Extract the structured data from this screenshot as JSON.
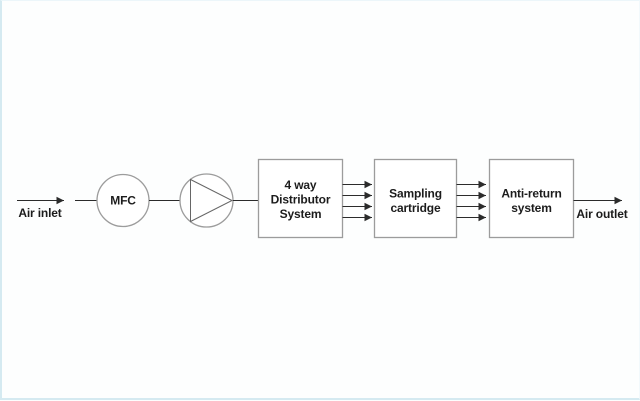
{
  "page": {
    "background": "#fdfefe"
  },
  "diagram": {
    "inlet": {
      "label": "Air inlet"
    },
    "outlet": {
      "label": "Air outlet"
    },
    "nodes": [
      {
        "id": "mfc",
        "shape": "circle",
        "label": "MFC"
      },
      {
        "id": "pump",
        "shape": "circle-with-right-triangle"
      }
    ],
    "boxes": [
      {
        "id": "distributor",
        "lines": [
          "4 way",
          "Distributor",
          "System"
        ]
      },
      {
        "id": "sampling_cartridge",
        "lines": [
          "Sampling",
          "cartridge"
        ]
      },
      {
        "id": "anti_return",
        "lines": [
          "Anti-return",
          "system"
        ]
      }
    ],
    "parallel_arrow_count": 4,
    "colors": {
      "flow_line": "#2b2b2b",
      "box_border": "#9c9c9c",
      "pump_line": "#666666",
      "text": "#1c1c1c",
      "node_fill": "#ffffff",
      "edge_tint": "#d5eaf1"
    }
  }
}
